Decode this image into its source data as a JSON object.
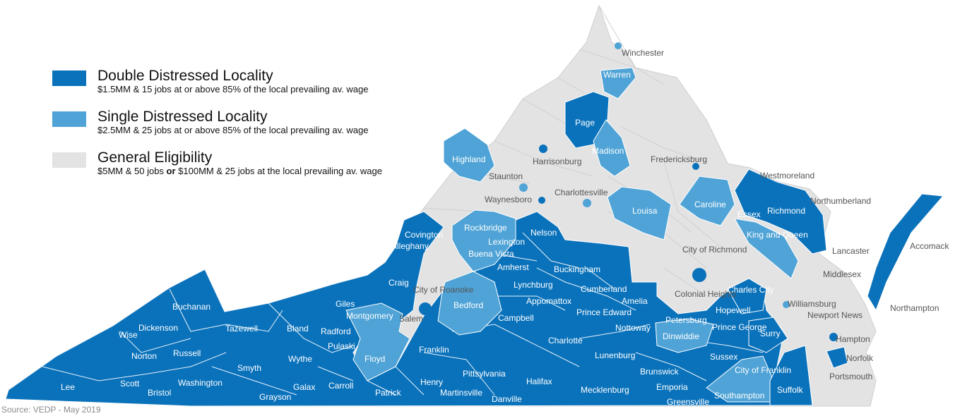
{
  "colors": {
    "double": "#0a72bb",
    "single": "#4fa3d6",
    "general": "#e3e3e3",
    "border_on_color": "#ffffff",
    "border_on_gray": "#cfcfcf"
  },
  "legend": [
    {
      "key": "double",
      "title": "Double Distressed Locality",
      "desc": "$1.5MM & 15 jobs at or above 85% of the local prevailing av. wage"
    },
    {
      "key": "single",
      "title": "Single Distressed Locality",
      "desc": "$2.5MM & 25 jobs at or above 85% of the local prevailing av. wage"
    },
    {
      "key": "general",
      "title": "General Eligibility",
      "desc_pre": "$5MM & 50 jobs ",
      "desc_bold": "or",
      "desc_post": " $100MM & 25 jobs at the local prevailing av. wage"
    }
  ],
  "source": "Source: VEDP - May 2019",
  "localities": [
    {
      "name": "Winchester",
      "cat": "general"
    },
    {
      "name": "Warren",
      "cat": "single"
    },
    {
      "name": "Page",
      "cat": "double"
    },
    {
      "name": "Madison",
      "cat": "single"
    },
    {
      "name": "Harrisonburg",
      "cat": "general"
    },
    {
      "name": "Fredericksburg",
      "cat": "general"
    },
    {
      "name": "Highland",
      "cat": "single"
    },
    {
      "name": "Staunton",
      "cat": "general"
    },
    {
      "name": "Waynesboro",
      "cat": "general"
    },
    {
      "name": "Charlottesville",
      "cat": "general"
    },
    {
      "name": "Westmoreland",
      "cat": "general"
    },
    {
      "name": "Northumberland",
      "cat": "general"
    },
    {
      "name": "Louisa",
      "cat": "single"
    },
    {
      "name": "Caroline",
      "cat": "single"
    },
    {
      "name": "Essex",
      "cat": "double"
    },
    {
      "name": "Richmond",
      "cat": "double"
    },
    {
      "name": "Covington",
      "cat": "double"
    },
    {
      "name": "Alleghany",
      "cat": "double"
    },
    {
      "name": "Rockbridge",
      "cat": "single"
    },
    {
      "name": "Lexington",
      "cat": "double"
    },
    {
      "name": "Buena Vista",
      "cat": "double"
    },
    {
      "name": "Nelson",
      "cat": "double"
    },
    {
      "name": "King and Queen",
      "cat": "single"
    },
    {
      "name": "Accomack",
      "cat": "double"
    },
    {
      "name": "Lancaster",
      "cat": "general"
    },
    {
      "name": "City of Richmond",
      "cat": "general"
    },
    {
      "name": "Middlesex",
      "cat": "general"
    },
    {
      "name": "Amherst",
      "cat": "double"
    },
    {
      "name": "Buckingham",
      "cat": "double"
    },
    {
      "name": "Craig",
      "cat": "double"
    },
    {
      "name": "City of Roanoke",
      "cat": "general"
    },
    {
      "name": "Lynchburg",
      "cat": "double"
    },
    {
      "name": "Cumberland",
      "cat": "double"
    },
    {
      "name": "Charles City",
      "cat": "double"
    },
    {
      "name": "Colonial Heights",
      "cat": "general"
    },
    {
      "name": "Williamsburg",
      "cat": "general"
    },
    {
      "name": "Buchanan",
      "cat": "double"
    },
    {
      "name": "Giles",
      "cat": "double"
    },
    {
      "name": "Bedford",
      "cat": "single"
    },
    {
      "name": "Appomattox",
      "cat": "double"
    },
    {
      "name": "Amelia",
      "cat": "double"
    },
    {
      "name": "Hopewell",
      "cat": "double"
    },
    {
      "name": "Northampton",
      "cat": "double"
    },
    {
      "name": "Montgomery",
      "cat": "single"
    },
    {
      "name": "Salem",
      "cat": "general"
    },
    {
      "name": "Prince Edward",
      "cat": "double"
    },
    {
      "name": "Newport News",
      "cat": "general"
    },
    {
      "name": "Dickenson",
      "cat": "double"
    },
    {
      "name": "Tazewell",
      "cat": "double"
    },
    {
      "name": "Bland",
      "cat": "double"
    },
    {
      "name": "Radford",
      "cat": "double"
    },
    {
      "name": "Campbell",
      "cat": "double"
    },
    {
      "name": "Petersburg",
      "cat": "double"
    },
    {
      "name": "Wise",
      "cat": "double"
    },
    {
      "name": "Nottoway",
      "cat": "double"
    },
    {
      "name": "Prince George",
      "cat": "double"
    },
    {
      "name": "Surry",
      "cat": "double"
    },
    {
      "name": "Dinwiddie",
      "cat": "single"
    },
    {
      "name": "Hampton",
      "cat": "general"
    },
    {
      "name": "Pulaski",
      "cat": "double"
    },
    {
      "name": "Charlotte",
      "cat": "double"
    },
    {
      "name": "Russell",
      "cat": "double"
    },
    {
      "name": "Franklin",
      "cat": "double"
    },
    {
      "name": "Norton",
      "cat": "double"
    },
    {
      "name": "Wythe",
      "cat": "double"
    },
    {
      "name": "Lunenburg",
      "cat": "double"
    },
    {
      "name": "Sussex",
      "cat": "double"
    },
    {
      "name": "Norfolk",
      "cat": "double"
    },
    {
      "name": "Floyd",
      "cat": "single"
    },
    {
      "name": "Smyth",
      "cat": "double"
    },
    {
      "name": "City of Franklin",
      "cat": "single"
    },
    {
      "name": "Portsmouth",
      "cat": "general"
    },
    {
      "name": "Brunswick",
      "cat": "double"
    },
    {
      "name": "Pittsylvania",
      "cat": "double"
    },
    {
      "name": "Halifax",
      "cat": "double"
    },
    {
      "name": "Washington",
      "cat": "double"
    },
    {
      "name": "Scott",
      "cat": "double"
    },
    {
      "name": "Henry",
      "cat": "double"
    },
    {
      "name": "Carroll",
      "cat": "double"
    },
    {
      "name": "Galax",
      "cat": "double"
    },
    {
      "name": "Emporia",
      "cat": "double"
    },
    {
      "name": "Suffolk",
      "cat": "double"
    },
    {
      "name": "Lee",
      "cat": "double"
    },
    {
      "name": "Mecklenburg",
      "cat": "double"
    },
    {
      "name": "Martinsville",
      "cat": "double"
    },
    {
      "name": "Bristol",
      "cat": "double"
    },
    {
      "name": "Patrick",
      "cat": "double"
    },
    {
      "name": "Southampton",
      "cat": "single"
    },
    {
      "name": "Greensville",
      "cat": "double"
    },
    {
      "name": "Grayson",
      "cat": "double"
    },
    {
      "name": "Danville",
      "cat": "double"
    }
  ]
}
